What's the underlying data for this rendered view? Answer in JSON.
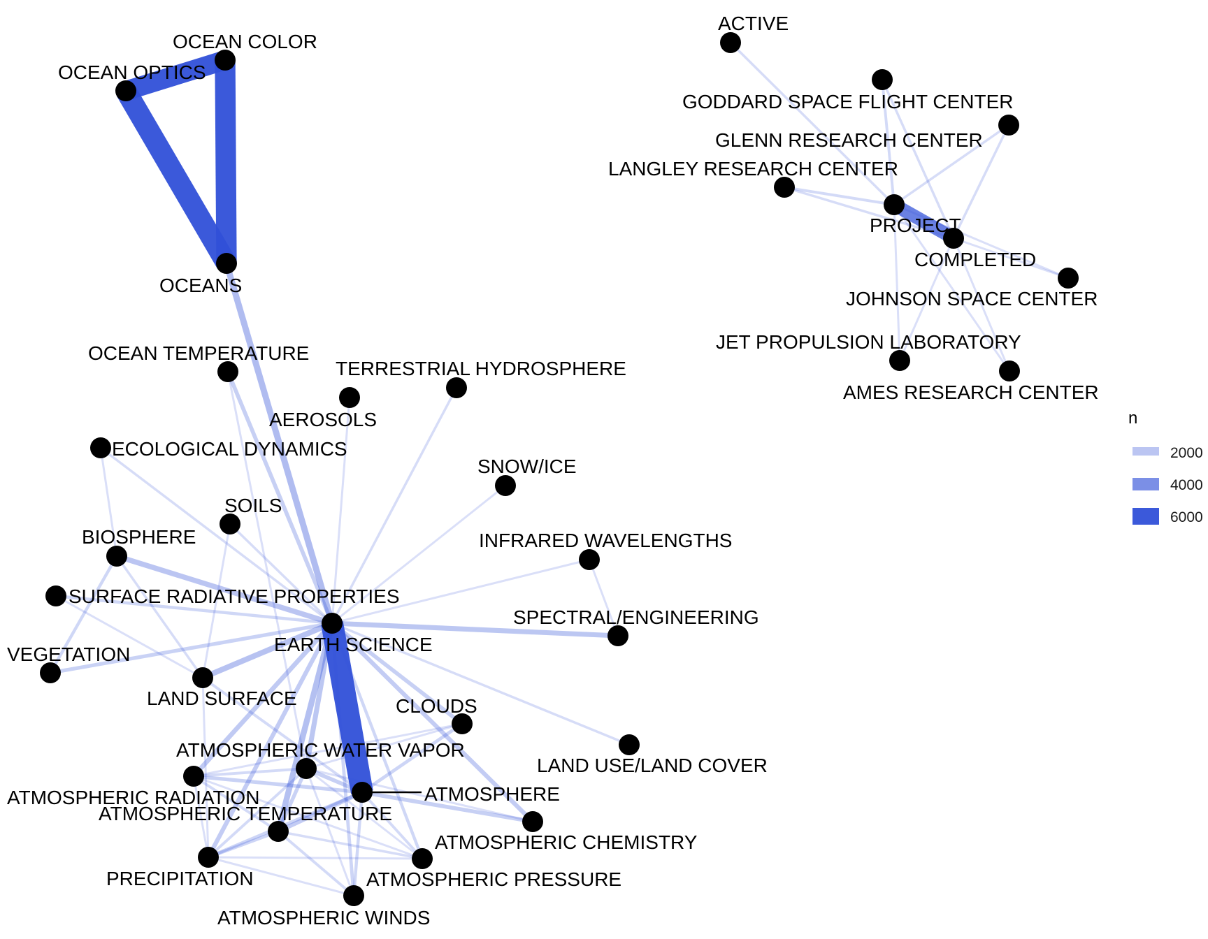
{
  "nodes": [
    {
      "id": "OCEAN COLOR",
      "label": "OCEAN COLOR"
    },
    {
      "id": "OCEAN OPTICS",
      "label": "OCEAN OPTICS"
    },
    {
      "id": "OCEANS",
      "label": "OCEANS"
    },
    {
      "id": "OCEAN TEMPERATURE",
      "label": "OCEAN TEMPERATURE"
    },
    {
      "id": "TERRESTRIAL HYDROSPHERE",
      "label": "TERRESTRIAL HYDROSPHERE"
    },
    {
      "id": "AEROSOLS",
      "label": "AEROSOLS"
    },
    {
      "id": "ECOLOGICAL DYNAMICS",
      "label": "ECOLOGICAL DYNAMICS"
    },
    {
      "id": "SNOW/ICE",
      "label": "SNOW/ICE"
    },
    {
      "id": "SOILS",
      "label": "SOILS"
    },
    {
      "id": "BIOSPHERE",
      "label": "BIOSPHERE"
    },
    {
      "id": "INFRARED WAVELENGTHS",
      "label": "INFRARED WAVELENGTHS"
    },
    {
      "id": "SURFACE RADIATIVE PROPERTIES",
      "label": "SURFACE RADIATIVE PROPERTIES"
    },
    {
      "id": "EARTH SCIENCE",
      "label": "EARTH SCIENCE"
    },
    {
      "id": "SPECTRAL/ENGINEERING",
      "label": "SPECTRAL/ENGINEERING"
    },
    {
      "id": "VEGETATION",
      "label": "VEGETATION"
    },
    {
      "id": "LAND SURFACE",
      "label": "LAND SURFACE"
    },
    {
      "id": "CLOUDS",
      "label": "CLOUDS"
    },
    {
      "id": "LAND USE/LAND COVER",
      "label": "LAND USE/LAND COVER"
    },
    {
      "id": "ATMOSPHERIC WATER VAPOR",
      "label": "ATMOSPHERIC WATER VAPOR"
    },
    {
      "id": "ATMOSPHERIC RADIATION",
      "label": "ATMOSPHERIC RADIATION"
    },
    {
      "id": "ATMOSPHERE",
      "label": "ATMOSPHERE"
    },
    {
      "id": "ATMOSPHERIC TEMPERATURE",
      "label": "ATMOSPHERIC TEMPERATURE"
    },
    {
      "id": "ATMOSPHERIC CHEMISTRY",
      "label": "ATMOSPHERIC CHEMISTRY"
    },
    {
      "id": "PRECIPITATION",
      "label": "PRECIPITATION"
    },
    {
      "id": "ATMOSPHERIC PRESSURE",
      "label": "ATMOSPHERIC PRESSURE"
    },
    {
      "id": "ATMOSPHERIC WINDS",
      "label": "ATMOSPHERIC WINDS"
    },
    {
      "id": "ACTIVE",
      "label": "ACTIVE"
    },
    {
      "id": "GODDARD SPACE FLIGHT CENTER",
      "label": "GODDARD SPACE FLIGHT CENTER"
    },
    {
      "id": "GLENN RESEARCH CENTER",
      "label": "GLENN RESEARCH CENTER"
    },
    {
      "id": "LANGLEY RESEARCH CENTER",
      "label": "LANGLEY RESEARCH CENTER"
    },
    {
      "id": "PROJECT",
      "label": "PROJECT"
    },
    {
      "id": "COMPLETED",
      "label": "COMPLETED"
    },
    {
      "id": "JOHNSON SPACE CENTER",
      "label": "JOHNSON SPACE CENTER"
    },
    {
      "id": "JET PROPULSION LABORATORY",
      "label": "JET PROPULSION LABORATORY"
    },
    {
      "id": "AMES RESEARCH CENTER",
      "label": "AMES RESEARCH CENTER"
    }
  ],
  "edges": [
    {
      "source": "OCEAN COLOR",
      "target": "OCEAN OPTICS",
      "n": 6500
    },
    {
      "source": "OCEAN OPTICS",
      "target": "OCEANS",
      "n": 7000
    },
    {
      "source": "OCEAN COLOR",
      "target": "OCEANS",
      "n": 6800
    },
    {
      "source": "OCEANS",
      "target": "EARTH SCIENCE",
      "n": 2300
    },
    {
      "source": "OCEAN TEMPERATURE",
      "target": "EARTH SCIENCE",
      "n": 1600
    },
    {
      "source": "EARTH SCIENCE",
      "target": "ATMOSPHERE",
      "n": 7400
    },
    {
      "source": "BIOSPHERE",
      "target": "EARTH SCIENCE",
      "n": 2000
    },
    {
      "source": "EARTH SCIENCE",
      "target": "SPECTRAL/ENGINEERING",
      "n": 1900
    },
    {
      "source": "EARTH SCIENCE",
      "target": "LAND SURFACE",
      "n": 2100
    },
    {
      "source": "EARTH SCIENCE",
      "target": "VEGETATION",
      "n": 1500
    },
    {
      "source": "EARTH SCIENCE",
      "target": "SURFACE RADIATIVE PROPERTIES",
      "n": 1300
    },
    {
      "source": "EARTH SCIENCE",
      "target": "ATMOSPHERIC WATER VAPOR",
      "n": 1900
    },
    {
      "source": "EARTH SCIENCE",
      "target": "ATMOSPHERIC RADIATION",
      "n": 1800
    },
    {
      "source": "EARTH SCIENCE",
      "target": "ATMOSPHERIC TEMPERATURE",
      "n": 2200
    },
    {
      "source": "EARTH SCIENCE",
      "target": "PRECIPITATION",
      "n": 1700
    },
    {
      "source": "EARTH SCIENCE",
      "target": "ATMOSPHERIC WINDS",
      "n": 1400
    },
    {
      "source": "EARTH SCIENCE",
      "target": "ATMOSPHERIC PRESSURE",
      "n": 1300
    },
    {
      "source": "EARTH SCIENCE",
      "target": "ATMOSPHERIC CHEMISTRY",
      "n": 1700
    },
    {
      "source": "EARTH SCIENCE",
      "target": "CLOUDS",
      "n": 1600
    },
    {
      "source": "EARTH SCIENCE",
      "target": "LAND USE/LAND COVER",
      "n": 1100
    },
    {
      "source": "EARTH SCIENCE",
      "target": "TERRESTRIAL HYDROSPHERE",
      "n": 1100
    },
    {
      "source": "EARTH SCIENCE",
      "target": "SNOW/ICE",
      "n": 1000
    },
    {
      "source": "EARTH SCIENCE",
      "target": "INFRARED WAVELENGTHS",
      "n": 1000
    },
    {
      "source": "EARTH SCIENCE",
      "target": "ECOLOGICAL DYNAMICS",
      "n": 1100
    },
    {
      "source": "EARTH SCIENCE",
      "target": "SOILS",
      "n": 1100
    },
    {
      "source": "EARTH SCIENCE",
      "target": "AEROSOLS",
      "n": 1000
    },
    {
      "source": "INFRARED WAVELENGTHS",
      "target": "SPECTRAL/ENGINEERING",
      "n": 1000
    },
    {
      "source": "BIOSPHERE",
      "target": "ECOLOGICAL DYNAMICS",
      "n": 1000
    },
    {
      "source": "BIOSPHERE",
      "target": "VEGETATION",
      "n": 1300
    },
    {
      "source": "BIOSPHERE",
      "target": "LAND SURFACE",
      "n": 1100
    },
    {
      "source": "SURFACE RADIATIVE PROPERTIES",
      "target": "LAND SURFACE",
      "n": 1000
    },
    {
      "source": "SOILS",
      "target": "LAND SURFACE",
      "n": 1000
    },
    {
      "source": "LAND SURFACE",
      "target": "ATMOSPHERE",
      "n": 1200
    },
    {
      "source": "OCEAN TEMPERATURE",
      "target": "ATMOSPHERIC WATER VAPOR",
      "n": 1000
    },
    {
      "source": "ATMOSPHERIC WATER VAPOR",
      "target": "ATMOSPHERE",
      "n": 1600
    },
    {
      "source": "ATMOSPHERIC RADIATION",
      "target": "ATMOSPHERE",
      "n": 1500
    },
    {
      "source": "ATMOSPHERIC RADIATION",
      "target": "ATMOSPHERIC WATER VAPOR",
      "n": 1200
    },
    {
      "source": "ATMOSPHERIC TEMPERATURE",
      "target": "ATMOSPHERE",
      "n": 1700
    },
    {
      "source": "ATMOSPHERIC TEMPERATURE",
      "target": "ATMOSPHERIC WATER VAPOR",
      "n": 1500
    },
    {
      "source": "ATMOSPHERIC TEMPERATURE",
      "target": "PRECIPITATION",
      "n": 1400
    },
    {
      "source": "ATMOSPHERIC TEMPERATURE",
      "target": "ATMOSPHERIC RADIATION",
      "n": 1200
    },
    {
      "source": "ATMOSPHERIC TEMPERATURE",
      "target": "ATMOSPHERIC WINDS",
      "n": 1200
    },
    {
      "source": "ATMOSPHERIC TEMPERATURE",
      "target": "ATMOSPHERIC PRESSURE",
      "n": 1100
    },
    {
      "source": "PRECIPITATION",
      "target": "ATMOSPHERE",
      "n": 1400
    },
    {
      "source": "PRECIPITATION",
      "target": "ATMOSPHERIC WATER VAPOR",
      "n": 1200
    },
    {
      "source": "PRECIPITATION",
      "target": "ATMOSPHERIC RADIATION",
      "n": 1000
    },
    {
      "source": "PRECIPITATION",
      "target": "ATMOSPHERIC WINDS",
      "n": 1000
    },
    {
      "source": "PRECIPITATION",
      "target": "ATMOSPHERIC PRESSURE",
      "n": 1000
    },
    {
      "source": "PRECIPITATION",
      "target": "LAND SURFACE",
      "n": 1000
    },
    {
      "source": "ATMOSPHERIC WINDS",
      "target": "ATMOSPHERE",
      "n": 1300
    },
    {
      "source": "ATMOSPHERIC WINDS",
      "target": "ATMOSPHERIC WATER VAPOR",
      "n": 1000
    },
    {
      "source": "ATMOSPHERIC PRESSURE",
      "target": "ATMOSPHERE",
      "n": 1200
    },
    {
      "source": "ATMOSPHERIC PRESSURE",
      "target": "ATMOSPHERIC WATER VAPOR",
      "n": 1000
    },
    {
      "source": "ATMOSPHERIC CHEMISTRY",
      "target": "ATMOSPHERE",
      "n": 1600
    },
    {
      "source": "ATMOSPHERIC CHEMISTRY",
      "target": "ATMOSPHERIC WATER VAPOR",
      "n": 1000
    },
    {
      "source": "CLOUDS",
      "target": "ATMOSPHERE",
      "n": 1400
    },
    {
      "source": "CLOUDS",
      "target": "ATMOSPHERIC WATER VAPOR",
      "n": 1000
    },
    {
      "source": "CLOUDS",
      "target": "ATMOSPHERIC RADIATION",
      "n": 1000
    },
    {
      "source": "ATMOSPHERIC RADIATION",
      "target": "ATMOSPHERIC PRESSURE",
      "n": 1000
    },
    {
      "source": "PROJECT",
      "target": "COMPLETED",
      "n": 4500
    },
    {
      "source": "ACTIVE",
      "target": "PROJECT",
      "n": 1100
    },
    {
      "source": "GODDARD SPACE FLIGHT CENTER",
      "target": "PROJECT",
      "n": 1200
    },
    {
      "source": "GODDARD SPACE FLIGHT CENTER",
      "target": "COMPLETED",
      "n": 1100
    },
    {
      "source": "GLENN RESEARCH CENTER",
      "target": "PROJECT",
      "n": 1100
    },
    {
      "source": "GLENN RESEARCH CENTER",
      "target": "COMPLETED",
      "n": 1100
    },
    {
      "source": "LANGLEY RESEARCH CENTER",
      "target": "PROJECT",
      "n": 1200
    },
    {
      "source": "LANGLEY RESEARCH CENTER",
      "target": "COMPLETED",
      "n": 1100
    },
    {
      "source": "JOHNSON SPACE CENTER",
      "target": "PROJECT",
      "n": 1000
    },
    {
      "source": "JOHNSON SPACE CENTER",
      "target": "COMPLETED",
      "n": 1000
    },
    {
      "source": "JET PROPULSION LABORATORY",
      "target": "PROJECT",
      "n": 1000
    },
    {
      "source": "JET PROPULSION LABORATORY",
      "target": "COMPLETED",
      "n": 1000
    },
    {
      "source": "AMES RESEARCH CENTER",
      "target": "PROJECT",
      "n": 1000
    },
    {
      "source": "AMES RESEARCH CENTER",
      "target": "COMPLETED",
      "n": 1000
    }
  ],
  "legend": {
    "title": "n",
    "breaks": [
      {
        "label": "2000",
        "value": 2000
      },
      {
        "label": "4000",
        "value": 4000
      },
      {
        "label": "6000",
        "value": 6000
      }
    ]
  },
  "colors": {
    "edge": "#3050d8",
    "node": "#000000",
    "background": "#ffffff"
  }
}
